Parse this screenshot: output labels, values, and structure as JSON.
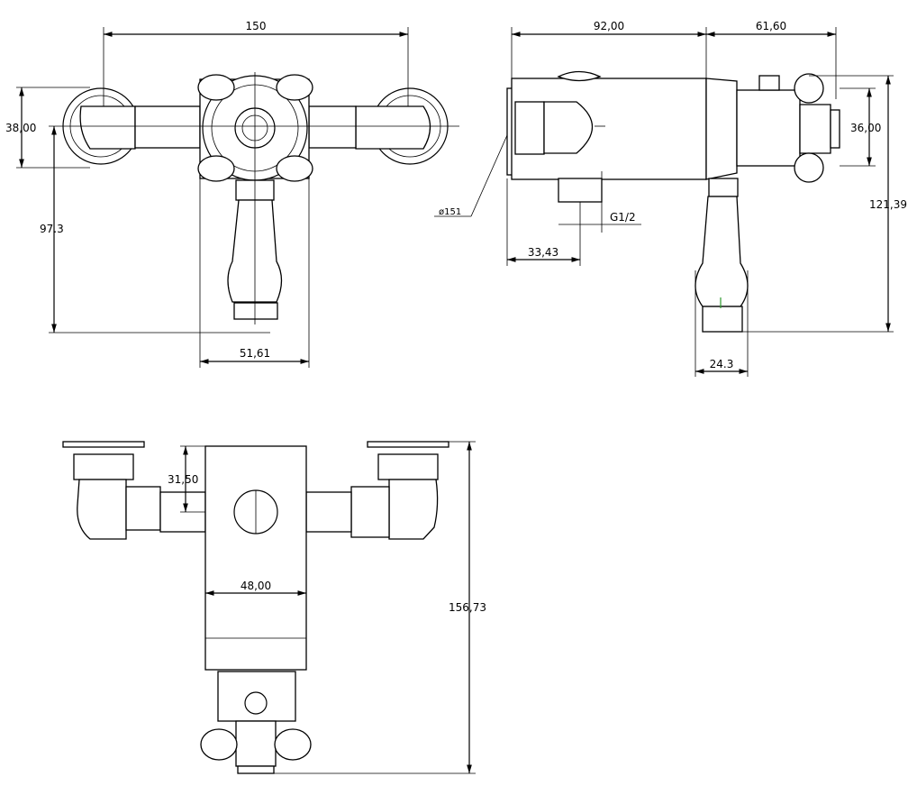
{
  "drawing": {
    "views": [
      "front-view",
      "side-view",
      "top-view"
    ]
  },
  "dimensions": {
    "front_width": "150",
    "front_height_left": "38,00",
    "front_height_total": "97.3",
    "front_body_width": "51,61",
    "side_length": "92,00",
    "side_handle_length": "61,60",
    "side_handle_height": "36,00",
    "side_total_height": "121,39",
    "side_dia": "ø151",
    "side_outlet_offset": "33,43",
    "side_thread": "G1/2",
    "side_lever_width": "24.3",
    "top_offset": "31,50",
    "top_body_width": "48,00",
    "top_total_height": "156,73"
  }
}
